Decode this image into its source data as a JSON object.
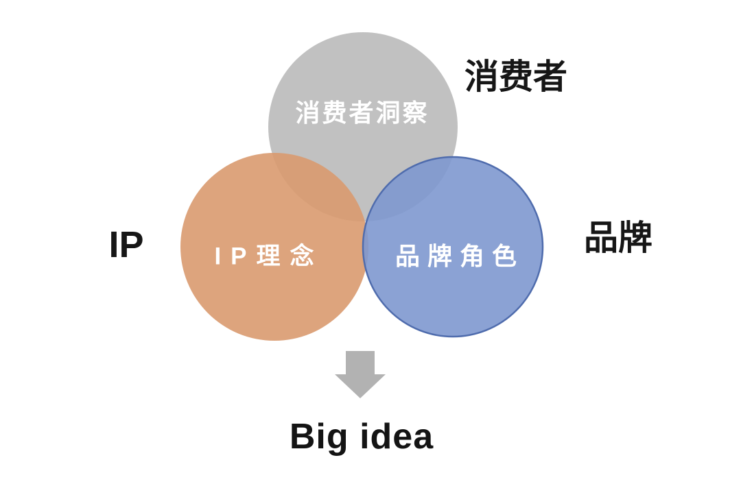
{
  "diagram": {
    "title": "IP / Brand / Consumer Venn diagram",
    "background_color": "#ffffff",
    "circles": [
      {
        "id": "consumer",
        "inner_label": "消费者洞察",
        "outer_label": "消费者",
        "fill": "#c1c1c1",
        "fill_opacity": "1",
        "stroke": "none"
      },
      {
        "id": "ip",
        "inner_label": "IP理念",
        "outer_label": "IP",
        "fill": "#d99a6f",
        "fill_opacity": "0.9",
        "stroke": "none"
      },
      {
        "id": "brand",
        "inner_label": "品牌角色",
        "outer_label": "品牌",
        "fill": "#7e98cf",
        "fill_opacity": "0.9",
        "stroke": "#4f6cad"
      }
    ],
    "arrow": {
      "name": "down-arrow",
      "color": "#b2b2b2"
    },
    "result_label": "Big idea",
    "inner_text_color": "#ffffff",
    "outer_text_color": "#161616"
  }
}
